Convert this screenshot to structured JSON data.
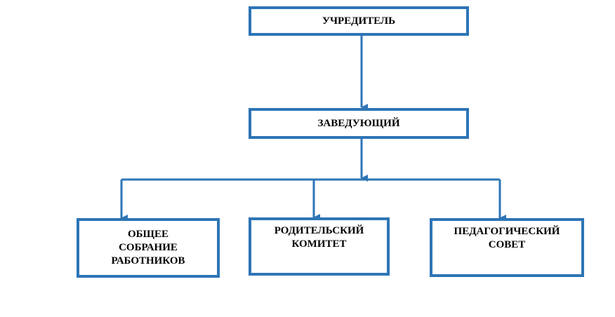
{
  "colors": {
    "box_stroke": "#2e75b6",
    "connector": "#2e75b6",
    "text": "#000000",
    "background": "#ffffff"
  },
  "nodes": {
    "founder": "УЧРЕДИТЕЛЬ",
    "head": "ЗАВЕДУЮЩИЙ",
    "general_meeting": "ОБЩЕЕ\nСОБРАНИЕ\nРАБОТНИКОВ",
    "parents_committee": "РОДИТЕЛЬСКИЙ\nКОМИТЕТ",
    "pedagogical_council": "ПЕДАГОГИЧЕСКИЙ\nСОВЕТ"
  }
}
